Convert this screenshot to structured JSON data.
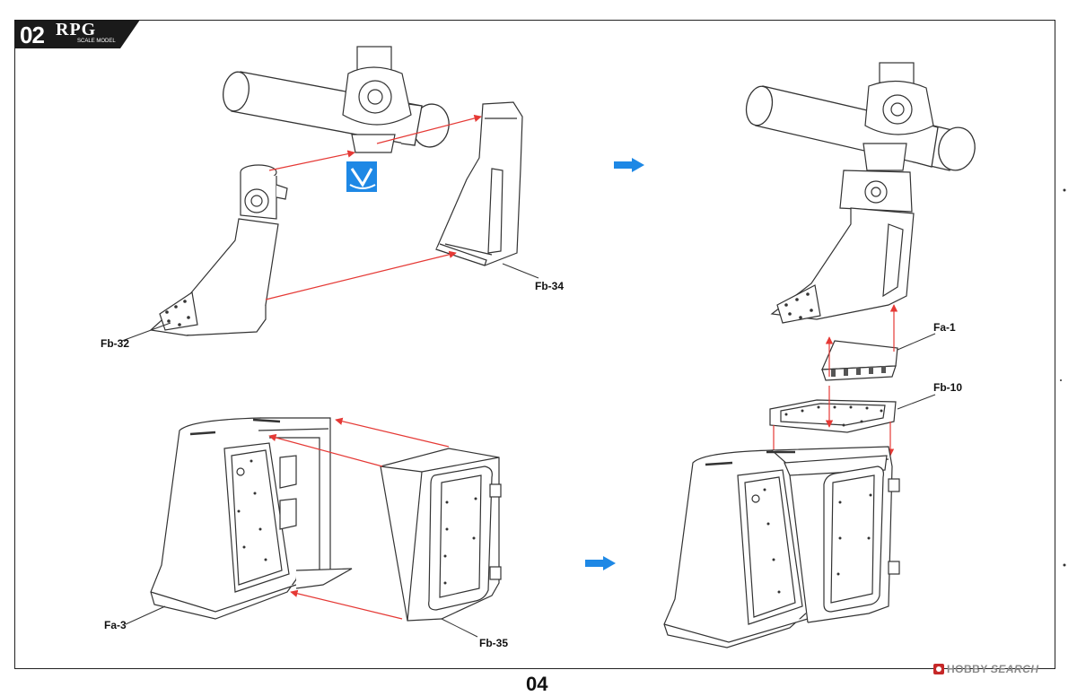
{
  "header": {
    "step_number": "02",
    "logo": "RPG",
    "logo_sub": "SCALE MODEL"
  },
  "parts": {
    "fb32": "Fb-32",
    "fb34": "Fb-34",
    "fa1": "Fa-1",
    "fb10": "Fb-10",
    "fa3": "Fa-3",
    "fb35": "Fb-35"
  },
  "page_number": "04",
  "watermark": {
    "text": "HOBBY",
    "brand": "SEARCH"
  },
  "colors": {
    "arrow_red": "#e53935",
    "arrow_blue": "#1e88e5",
    "line": "#333333",
    "badge": "#1a1a1a"
  },
  "icons": {
    "no_glue": "no-glue-icon",
    "step_arrow": "blue-step-arrow-icon"
  }
}
